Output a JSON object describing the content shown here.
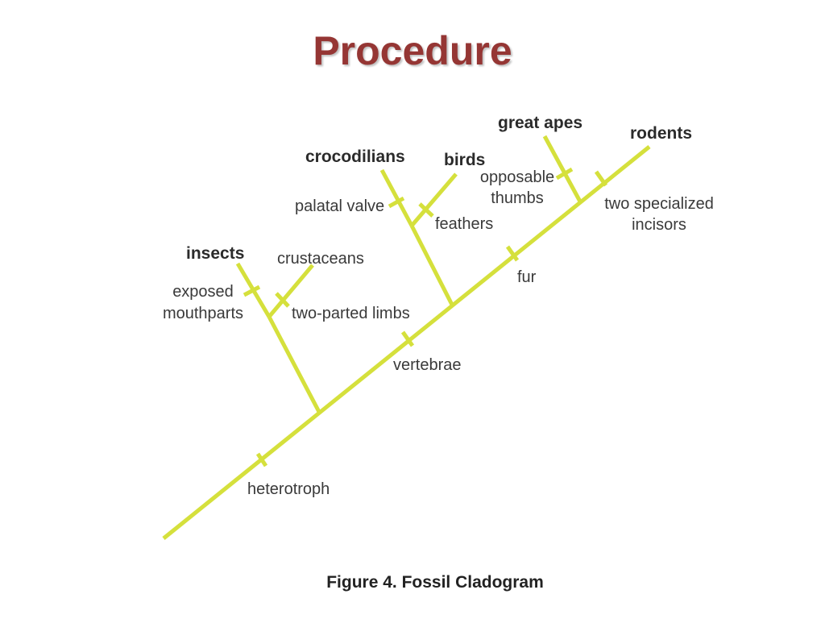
{
  "slide": {
    "title": "Procedure"
  },
  "figure": {
    "caption": "Figure 4. Fossil Cladogram",
    "colors": {
      "branch": "#d5e03c",
      "title": "#953634"
    },
    "taxa": {
      "insects": "insects",
      "crustaceans": "crustaceans",
      "crocodilians": "crocodilians",
      "birds": "birds",
      "great_apes": "great apes",
      "rodents": "rodents"
    },
    "traits": {
      "heterotroph": "heterotroph",
      "exposed_mouthparts": [
        "exposed",
        "mouthparts"
      ],
      "two_parted_limbs": "two-parted limbs",
      "vertebrae": "vertebrae",
      "palatal_valve": "palatal valve",
      "feathers": "feathers",
      "fur": "fur",
      "opposable_thumbs": [
        "opposable",
        "thumbs"
      ],
      "two_specialized_incisors": [
        "two specialized",
        "incisors"
      ]
    }
  }
}
